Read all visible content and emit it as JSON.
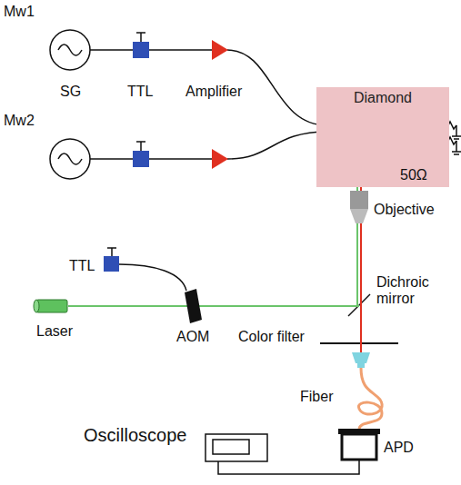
{
  "diagram": {
    "nodes": [
      {
        "text": [
          "Diamond"
        ]
      }
    ],
    "labels": [
      "Mw1",
      "SG",
      "TTL",
      "Amplifier",
      "Mw2",
      "50Ω",
      "Objective",
      "TTL",
      "Laser",
      "AOM",
      "Dichroic mirror",
      "Color filter",
      "Fiber",
      "Oscilloscope",
      "APD"
    ]
  }
}
